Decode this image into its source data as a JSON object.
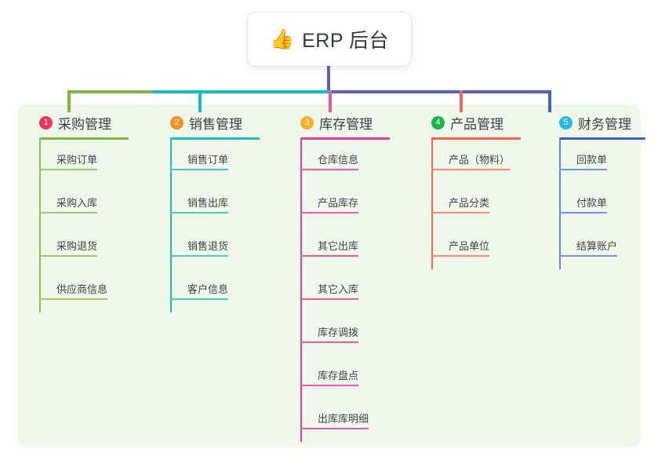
{
  "root": {
    "icon": "thumbs-up-emoji",
    "emoji": "👍",
    "title": "ERP 后台"
  },
  "palette": {
    "page_bg": "#ffffff",
    "panel_bg": "#eef7e9",
    "text": "#3b3f45",
    "leaf_text": "#3f444a",
    "root_trunk": "#5b61c4"
  },
  "columns": [
    {
      "number": "1",
      "title": "采购管理",
      "badge_color": "#f0335c",
      "accent": "#7cb842",
      "rule_color": "#9ccb6a",
      "spine_color": "#8cc152",
      "drop_color": "#7cb842",
      "items": [
        "采购订单",
        "采购入库",
        "采购退货",
        "供应商信息"
      ]
    },
    {
      "number": "2",
      "title": "销售管理",
      "badge_color": "#f59124",
      "accent": "#12bfc0",
      "rule_color": "#46c9c4",
      "spine_color": "#1ec0bb",
      "drop_color": "#12bfc0",
      "items": [
        "销售订单",
        "销售出库",
        "销售退货",
        "客户信息"
      ]
    },
    {
      "number": "3",
      "title": "库存管理",
      "badge_color": "#f5b225",
      "accent": "#e73b93",
      "rule_color": "#ec5ba5",
      "spine_color": "#e73b93",
      "drop_color": "#f0519c",
      "items": [
        "仓库信息",
        "产品库存",
        "其它出库",
        "其它入库",
        "库存调拨",
        "库存盘点",
        "出库库明细"
      ]
    },
    {
      "number": "4",
      "title": "产品管理",
      "badge_color": "#16b54a",
      "accent": "#f85f45",
      "rule_color": "#f98a78",
      "spine_color": "#f4685a",
      "drop_color": "#f85f45",
      "items": [
        "产品（物料）",
        "产品分类",
        "产品单位"
      ]
    },
    {
      "number": "5",
      "title": "财务管理",
      "badge_color": "#29b6e8",
      "accent": "#3f63c4",
      "rule_color": "#7b93d6",
      "spine_color": "#6a86d0",
      "drop_color": "#3f63c4",
      "items": [
        "回款单",
        "付款单",
        "结算账户"
      ]
    }
  ],
  "connector_bar": {
    "segments": [
      {
        "color": "#7cb842"
      },
      {
        "color": "#12bfc0"
      },
      {
        "color": "#5b61c4"
      }
    ]
  }
}
